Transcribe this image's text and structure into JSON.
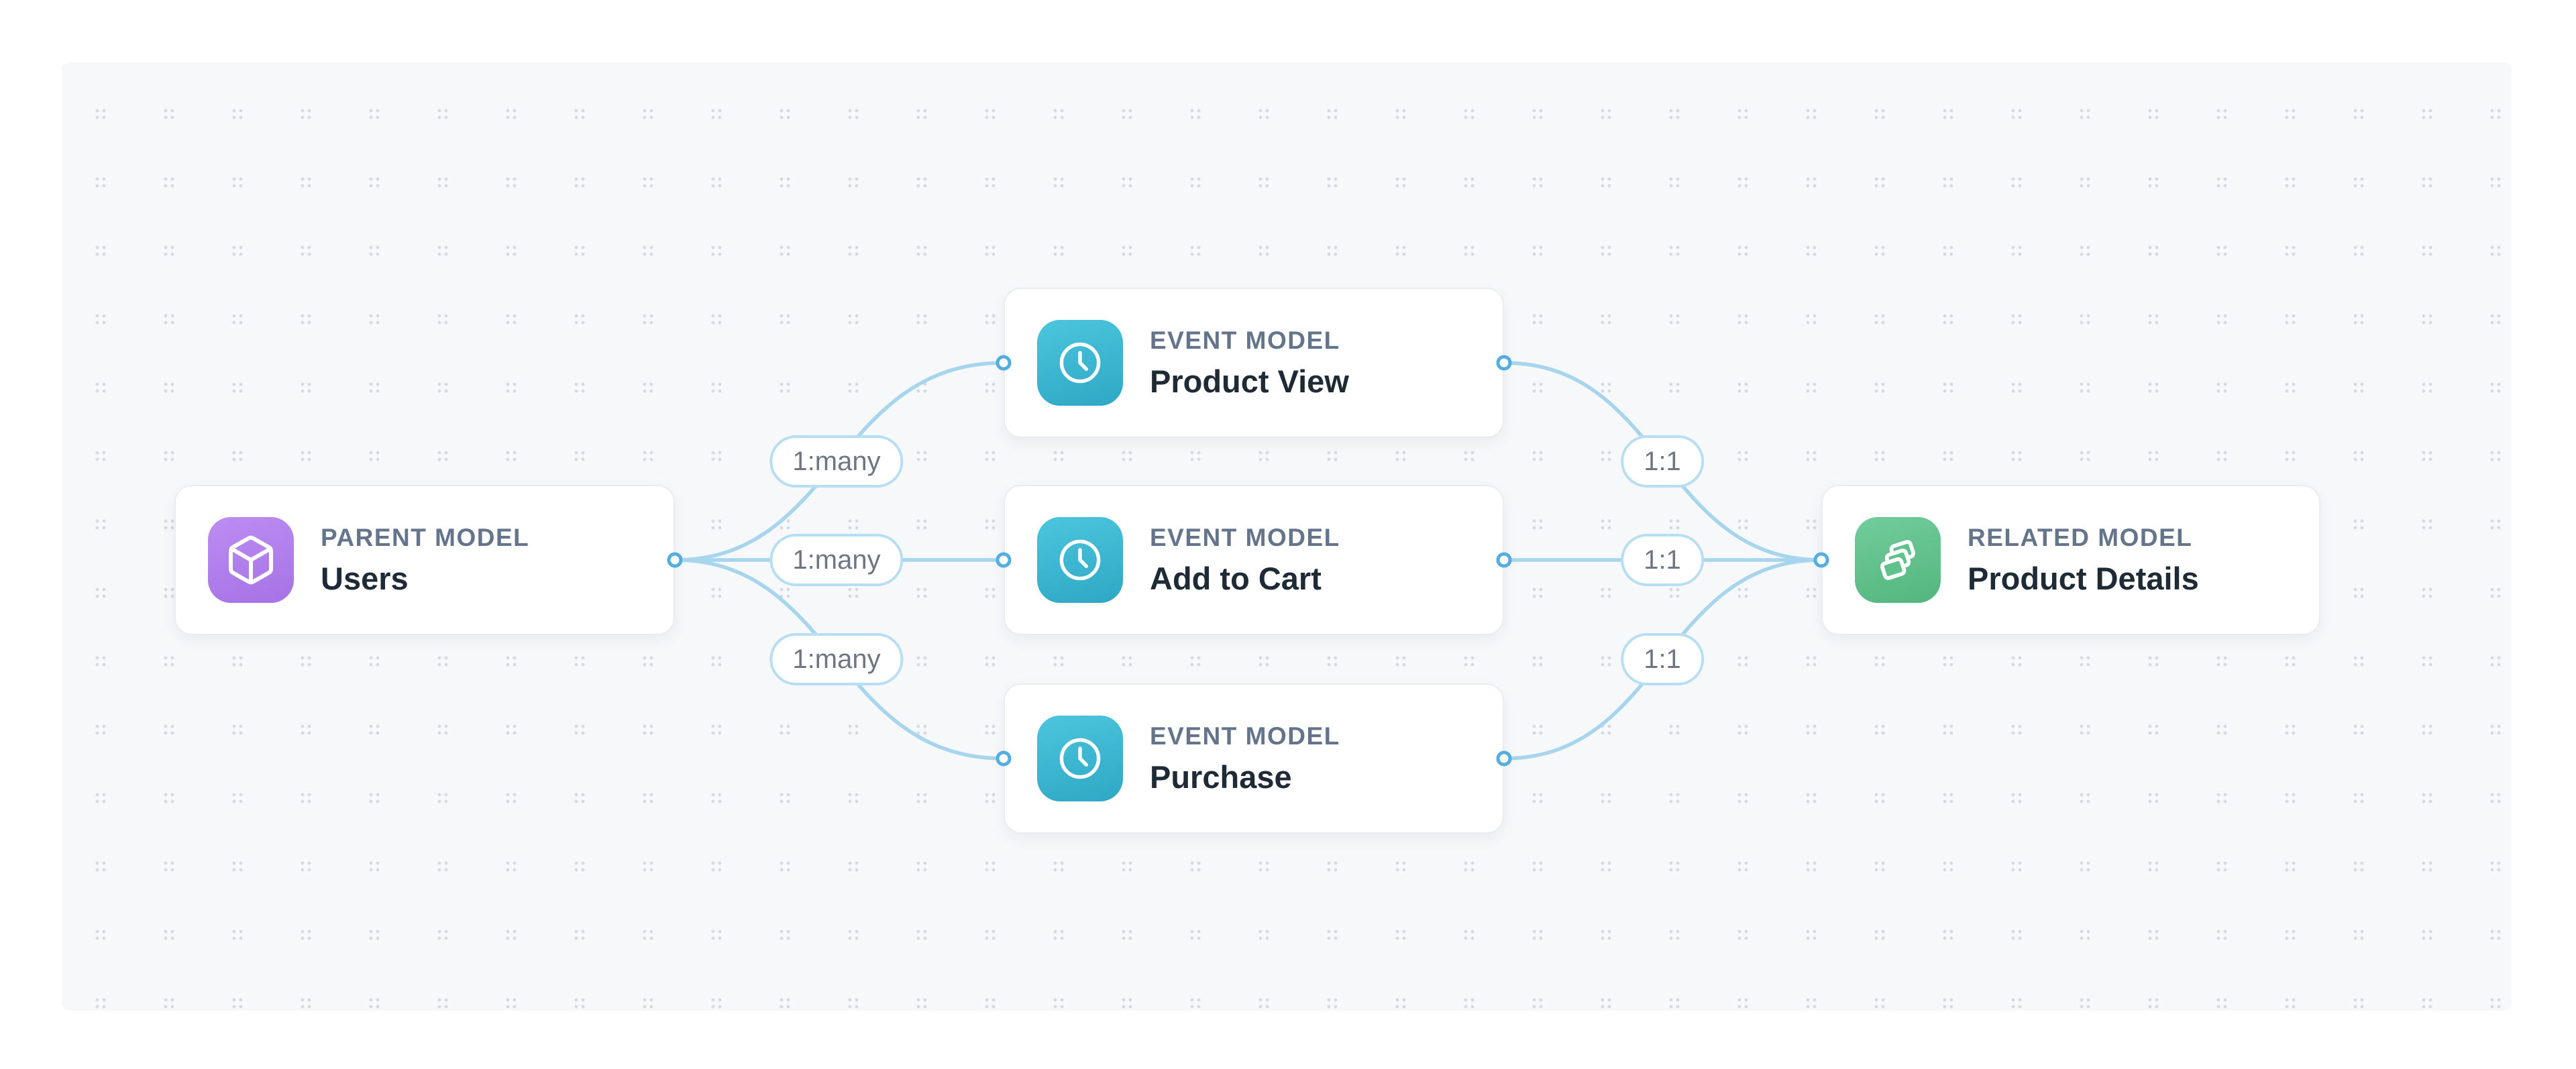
{
  "diagram": {
    "nodes": [
      {
        "type_label": "PARENT MODEL",
        "title": "Users",
        "icon": "cube-icon",
        "accent": "#ae7beb"
      },
      {
        "type_label": "EVENT MODEL",
        "title": "Product View",
        "icon": "clock-icon",
        "accent": "#3bb8d2"
      },
      {
        "type_label": "EVENT MODEL",
        "title": "Add to Cart",
        "icon": "clock-icon",
        "accent": "#3bb8d2"
      },
      {
        "type_label": "EVENT MODEL",
        "title": "Purchase",
        "icon": "clock-icon",
        "accent": "#3bb8d2"
      },
      {
        "type_label": "RELATED MODEL",
        "title": "Product Details",
        "icon": "layers-icon",
        "accent": "#61c28c"
      }
    ],
    "edges": [
      {
        "from": "Users",
        "to": "Product View",
        "label": "1:many"
      },
      {
        "from": "Users",
        "to": "Add to Cart",
        "label": "1:many"
      },
      {
        "from": "Users",
        "to": "Purchase",
        "label": "1:many"
      },
      {
        "from": "Product View",
        "to": "Product Details",
        "label": "1:1"
      },
      {
        "from": "Add to Cart",
        "to": "Product Details",
        "label": "1:1"
      },
      {
        "from": "Purchase",
        "to": "Product Details",
        "label": "1:1"
      }
    ]
  },
  "colors": {
    "page_background": "#ffffff",
    "canvas_background": "#f7f8fa",
    "dot_grid": "#d5d9e1",
    "edge": "#a7d5ee",
    "handle_ring": "#54ade0",
    "pill_border": "#b7def2",
    "pill_text": "#6e7684",
    "node_border": "#e9edf2",
    "node_type_text": "#64748b",
    "node_title_text": "#1f2a37"
  }
}
